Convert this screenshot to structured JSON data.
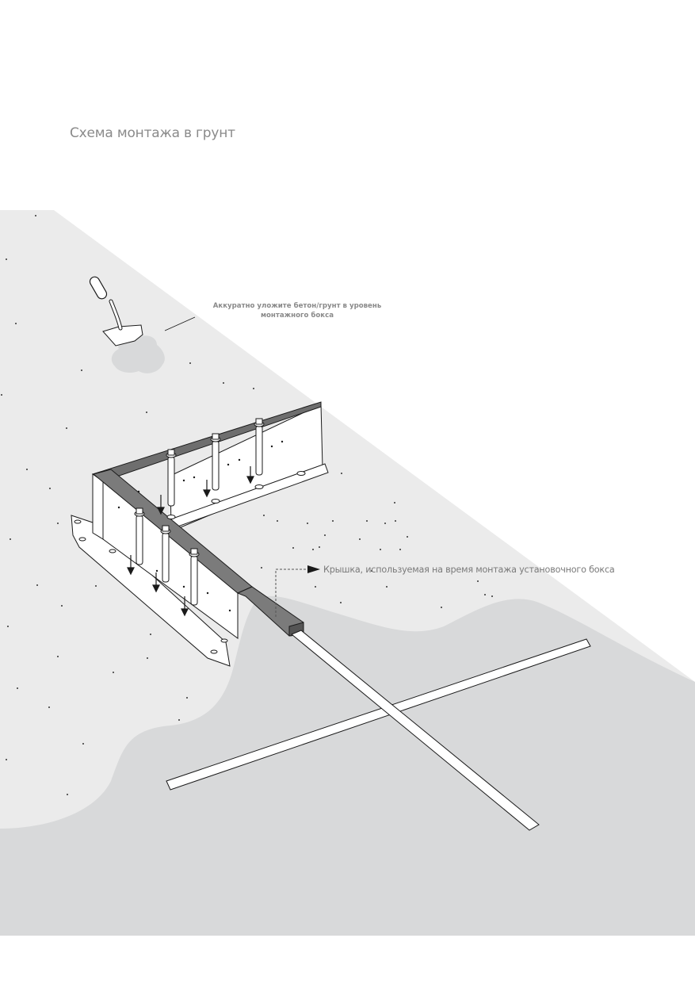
{
  "title": "Схема монтажа в грунт",
  "annotations": {
    "soil_note_line1": "Аккуратно уложите бетон/грунт в уровень",
    "soil_note_line2": "монтажного бокса",
    "cover_note": "Крышка, используемая на время монтажа установочного бокса"
  },
  "colors": {
    "soil": "#ebebeb",
    "concrete": "#d8d9da",
    "lid": "#7b7b7b",
    "outline": "#1a1a1a"
  },
  "icons": {
    "shovel": "shovel-icon",
    "arrow": "arrow-right-icon"
  }
}
